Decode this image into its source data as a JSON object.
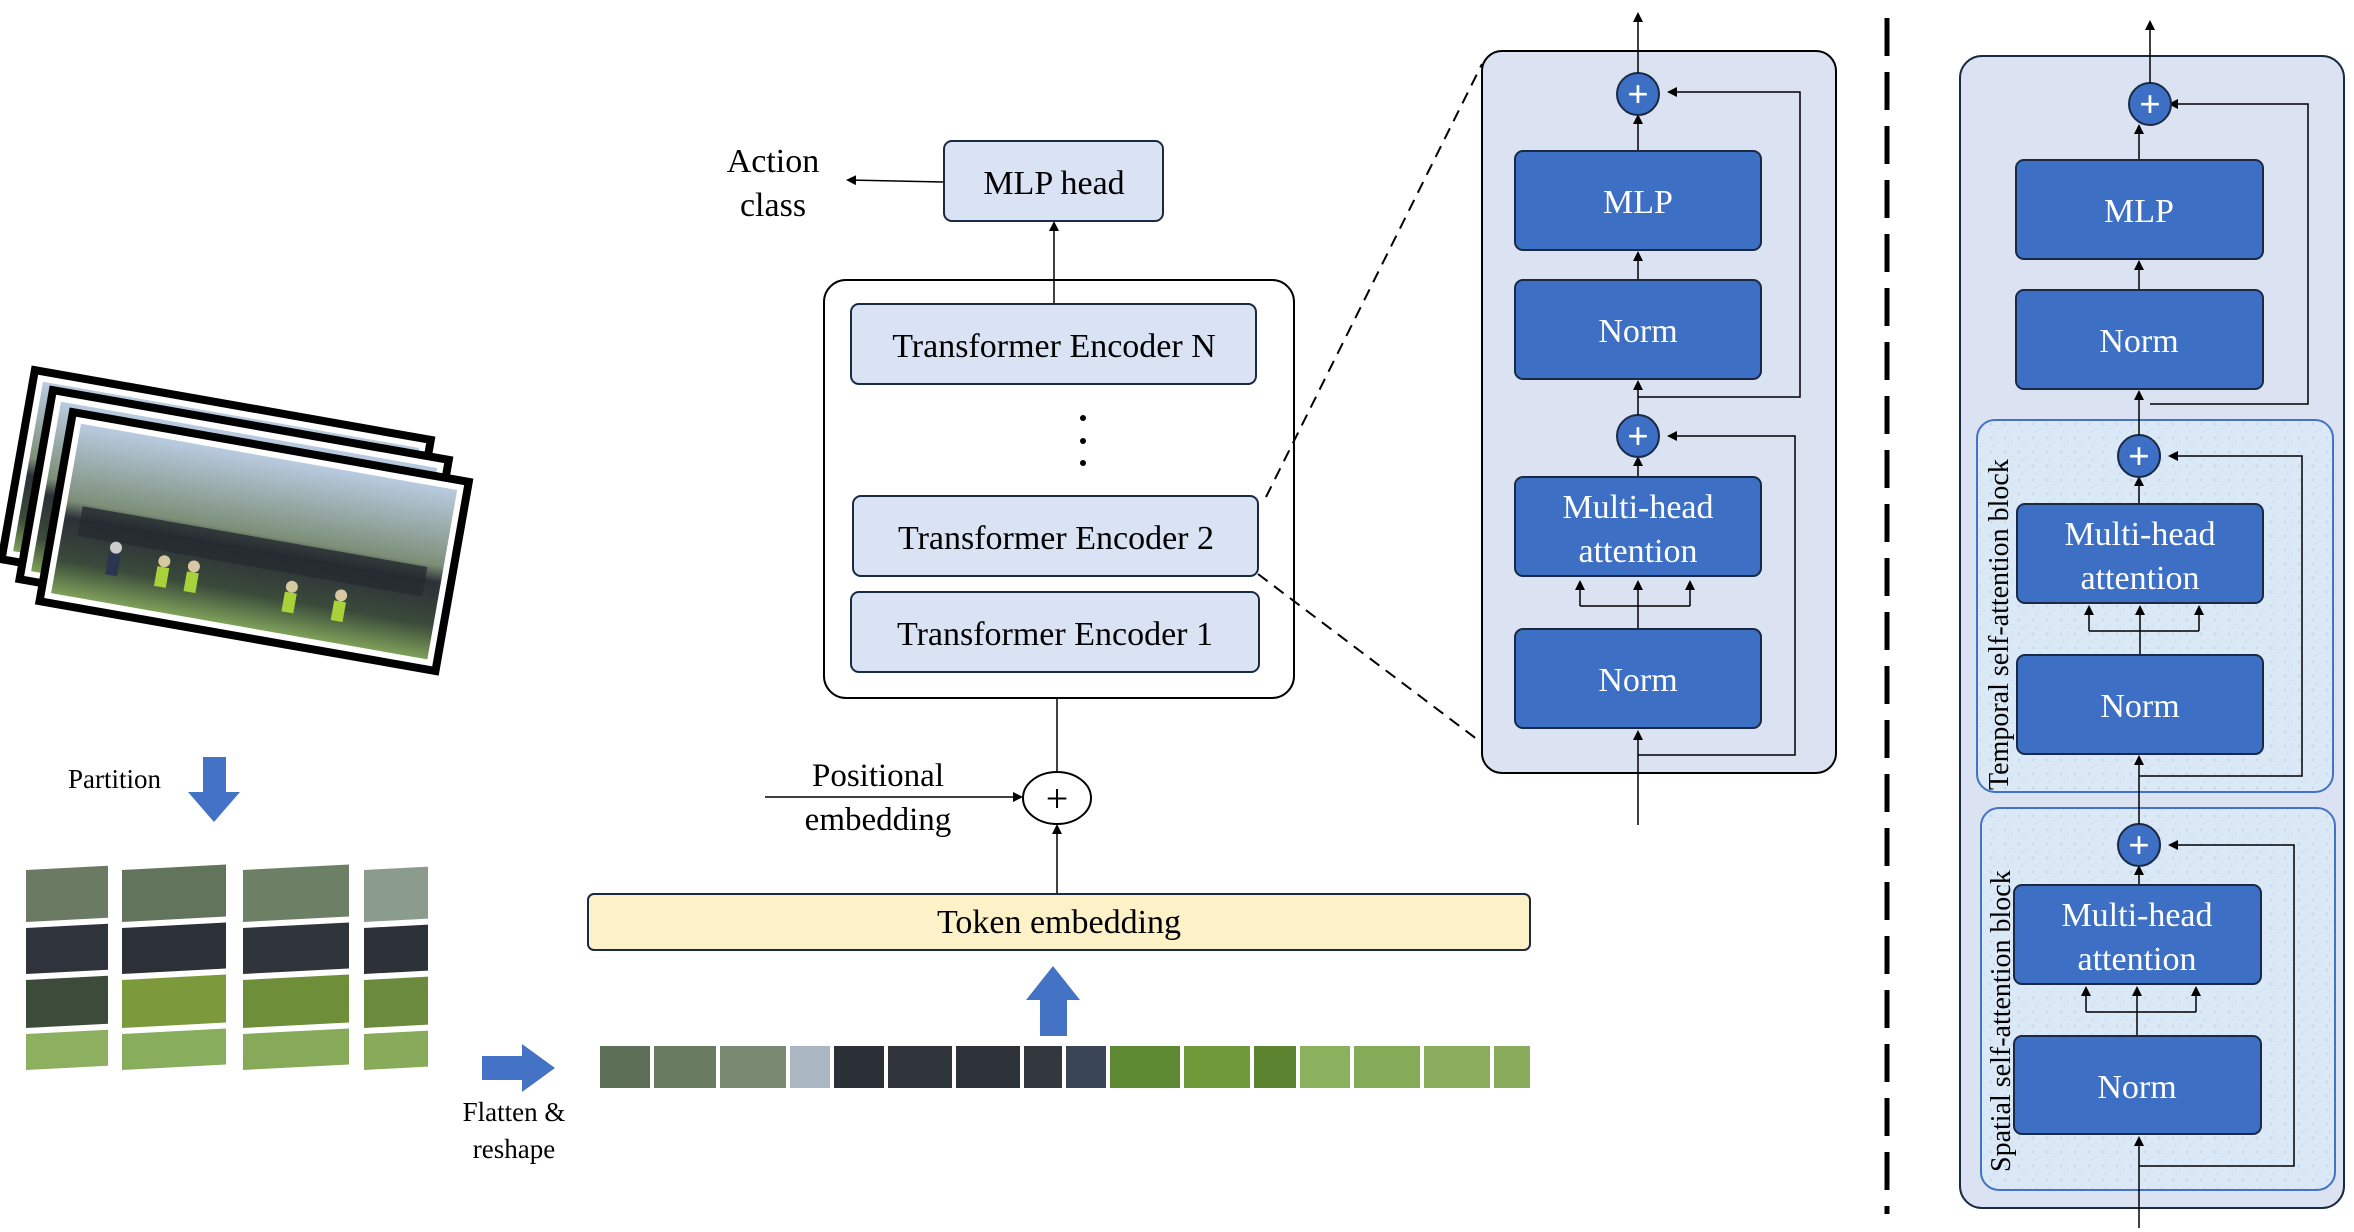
{
  "labels": {
    "action_class_line1": "Action",
    "action_class_line2": "class",
    "mlp_head": "MLP head",
    "encoder_n": "Transformer Encoder N",
    "ellipsis": "⋮",
    "encoder_2": "Transformer Encoder 2",
    "encoder_1": "Transformer Encoder 1",
    "positional_line1": "Positional",
    "positional_line2": "embedding",
    "plus": "+",
    "token_embedding": "Token embedding",
    "partition": "Partition",
    "flatten_line1": "Flatten &",
    "flatten_line2": "reshape"
  },
  "encoder_block": {
    "mlp": "MLP",
    "norm_top": "Norm",
    "mha_line1": "Multi-head",
    "mha_line2": "attention",
    "norm_bottom": "Norm",
    "plus_glyph": "+"
  },
  "divided_block": {
    "mlp": "MLP",
    "norm_top": "Norm",
    "temporal_block_label": "Temporal  self-attention block",
    "temporal_mha_line1": "Multi-head",
    "temporal_mha_line2": "attention",
    "temporal_norm": "Norm",
    "spatial_block_label": "Spatial  self-attention block",
    "spatial_mha_line1": "Multi-head",
    "spatial_mha_line2": "attention",
    "spatial_norm": "Norm",
    "plus_glyph": "+"
  },
  "colors": {
    "dark_blue": "#3d6fc4",
    "light_blue_panel": "#dbe3f2",
    "token_fill": "#fdf1c8",
    "encoder_fill": "#dae3f3",
    "arrow_blue": "#4472c4"
  }
}
